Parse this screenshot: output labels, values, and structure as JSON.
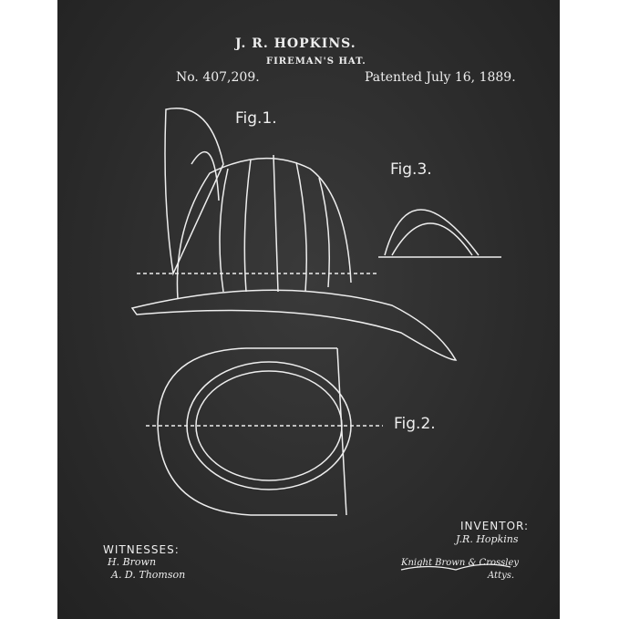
{
  "header": {
    "inventor_name": "J. R. HOPKINS.",
    "title": "FIREMAN'S HAT.",
    "patent_number": "No. 407,209.",
    "patent_date": "Patented July 16, 1889."
  },
  "figures": {
    "fig1": "Fig.1.",
    "fig2": "Fig.2.",
    "fig3": "Fig.3."
  },
  "footer": {
    "witnesses_label": "WITNESSES:",
    "witness_1": "H. Brown",
    "witness_2": "A. D. Thomson",
    "inventor_label": "INVENTOR:",
    "inventor_signature": "J.R. Hopkins",
    "attorneys_signature": "Knight Brown & Crossley",
    "attorneys_suffix": "Attys."
  },
  "colors": {
    "background": "#2b2b2b",
    "ink": "#eeeeee"
  }
}
